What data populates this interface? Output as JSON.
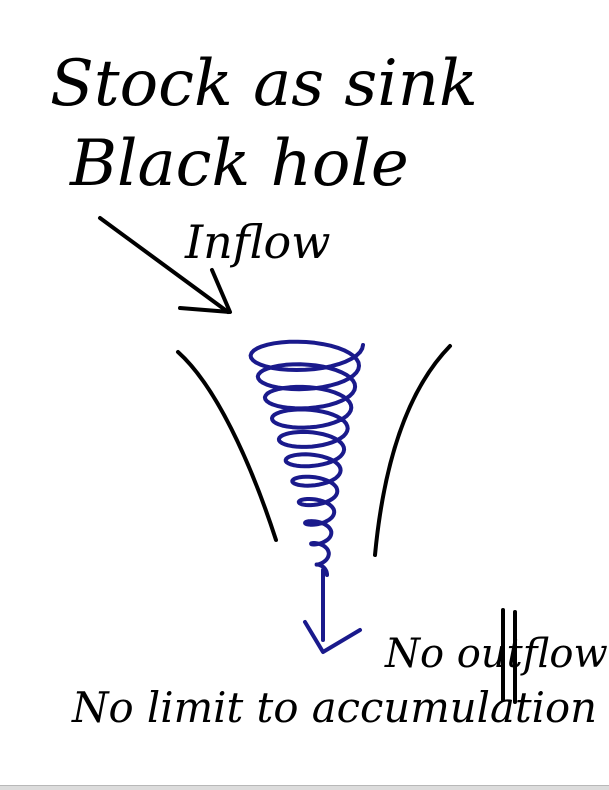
{
  "title_line1": "Stock as sink",
  "title_line2": "Black hole",
  "inflow_label": "Inflow",
  "outflow_label": "No outflow",
  "accumulation_label": "No limit to accumulation",
  "colors": {
    "ink": "#000000",
    "spiral": "#1a1a8c",
    "background": "#ffffff"
  }
}
